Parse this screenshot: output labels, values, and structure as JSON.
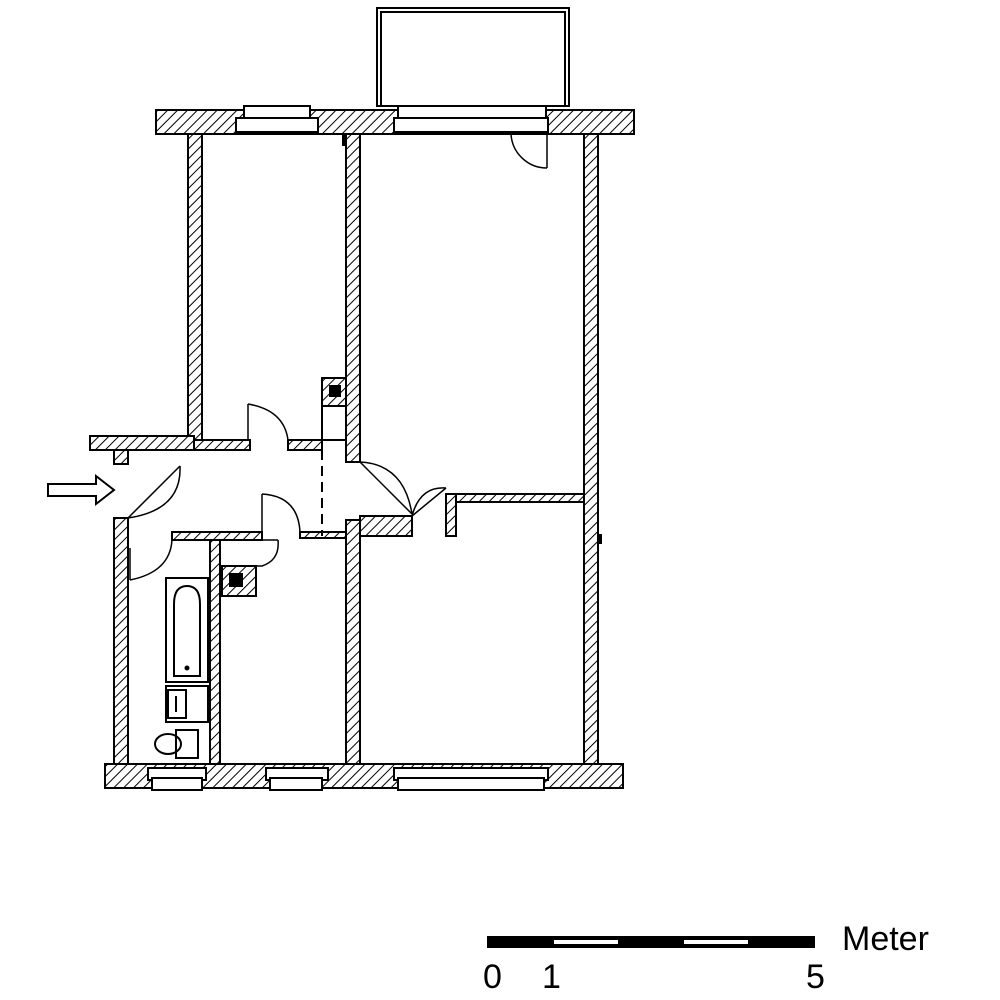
{
  "scale_bar": {
    "unit": "Meter",
    "ticks": [
      "0",
      "1",
      "5"
    ]
  },
  "colors": {
    "line": "#000000",
    "background": "#ffffff"
  },
  "legend_icons": [
    "entrance-arrow-icon",
    "chimney-icon",
    "bathtub-icon",
    "washbasin-icon",
    "toilet-icon"
  ]
}
